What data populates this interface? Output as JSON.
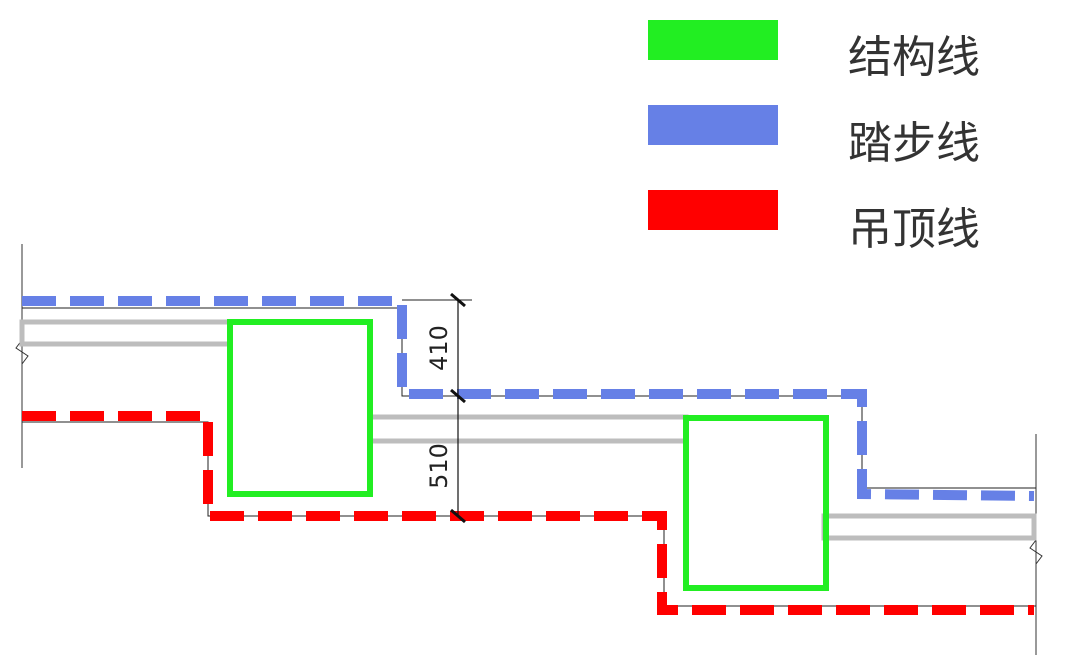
{
  "legend": {
    "items": [
      {
        "label": "结构线",
        "color": "#22ee22"
      },
      {
        "label": "踏步线",
        "color": "#6680e6"
      },
      {
        "label": "吊顶线",
        "color": "#ff0000"
      }
    ]
  },
  "dimensions": {
    "upper": "410",
    "lower": "510"
  },
  "colors": {
    "structure": "#22ee22",
    "step": "#6680e6",
    "ceiling": "#ff0000",
    "slab": "#bdbdbd",
    "thin_line": "#222222"
  }
}
